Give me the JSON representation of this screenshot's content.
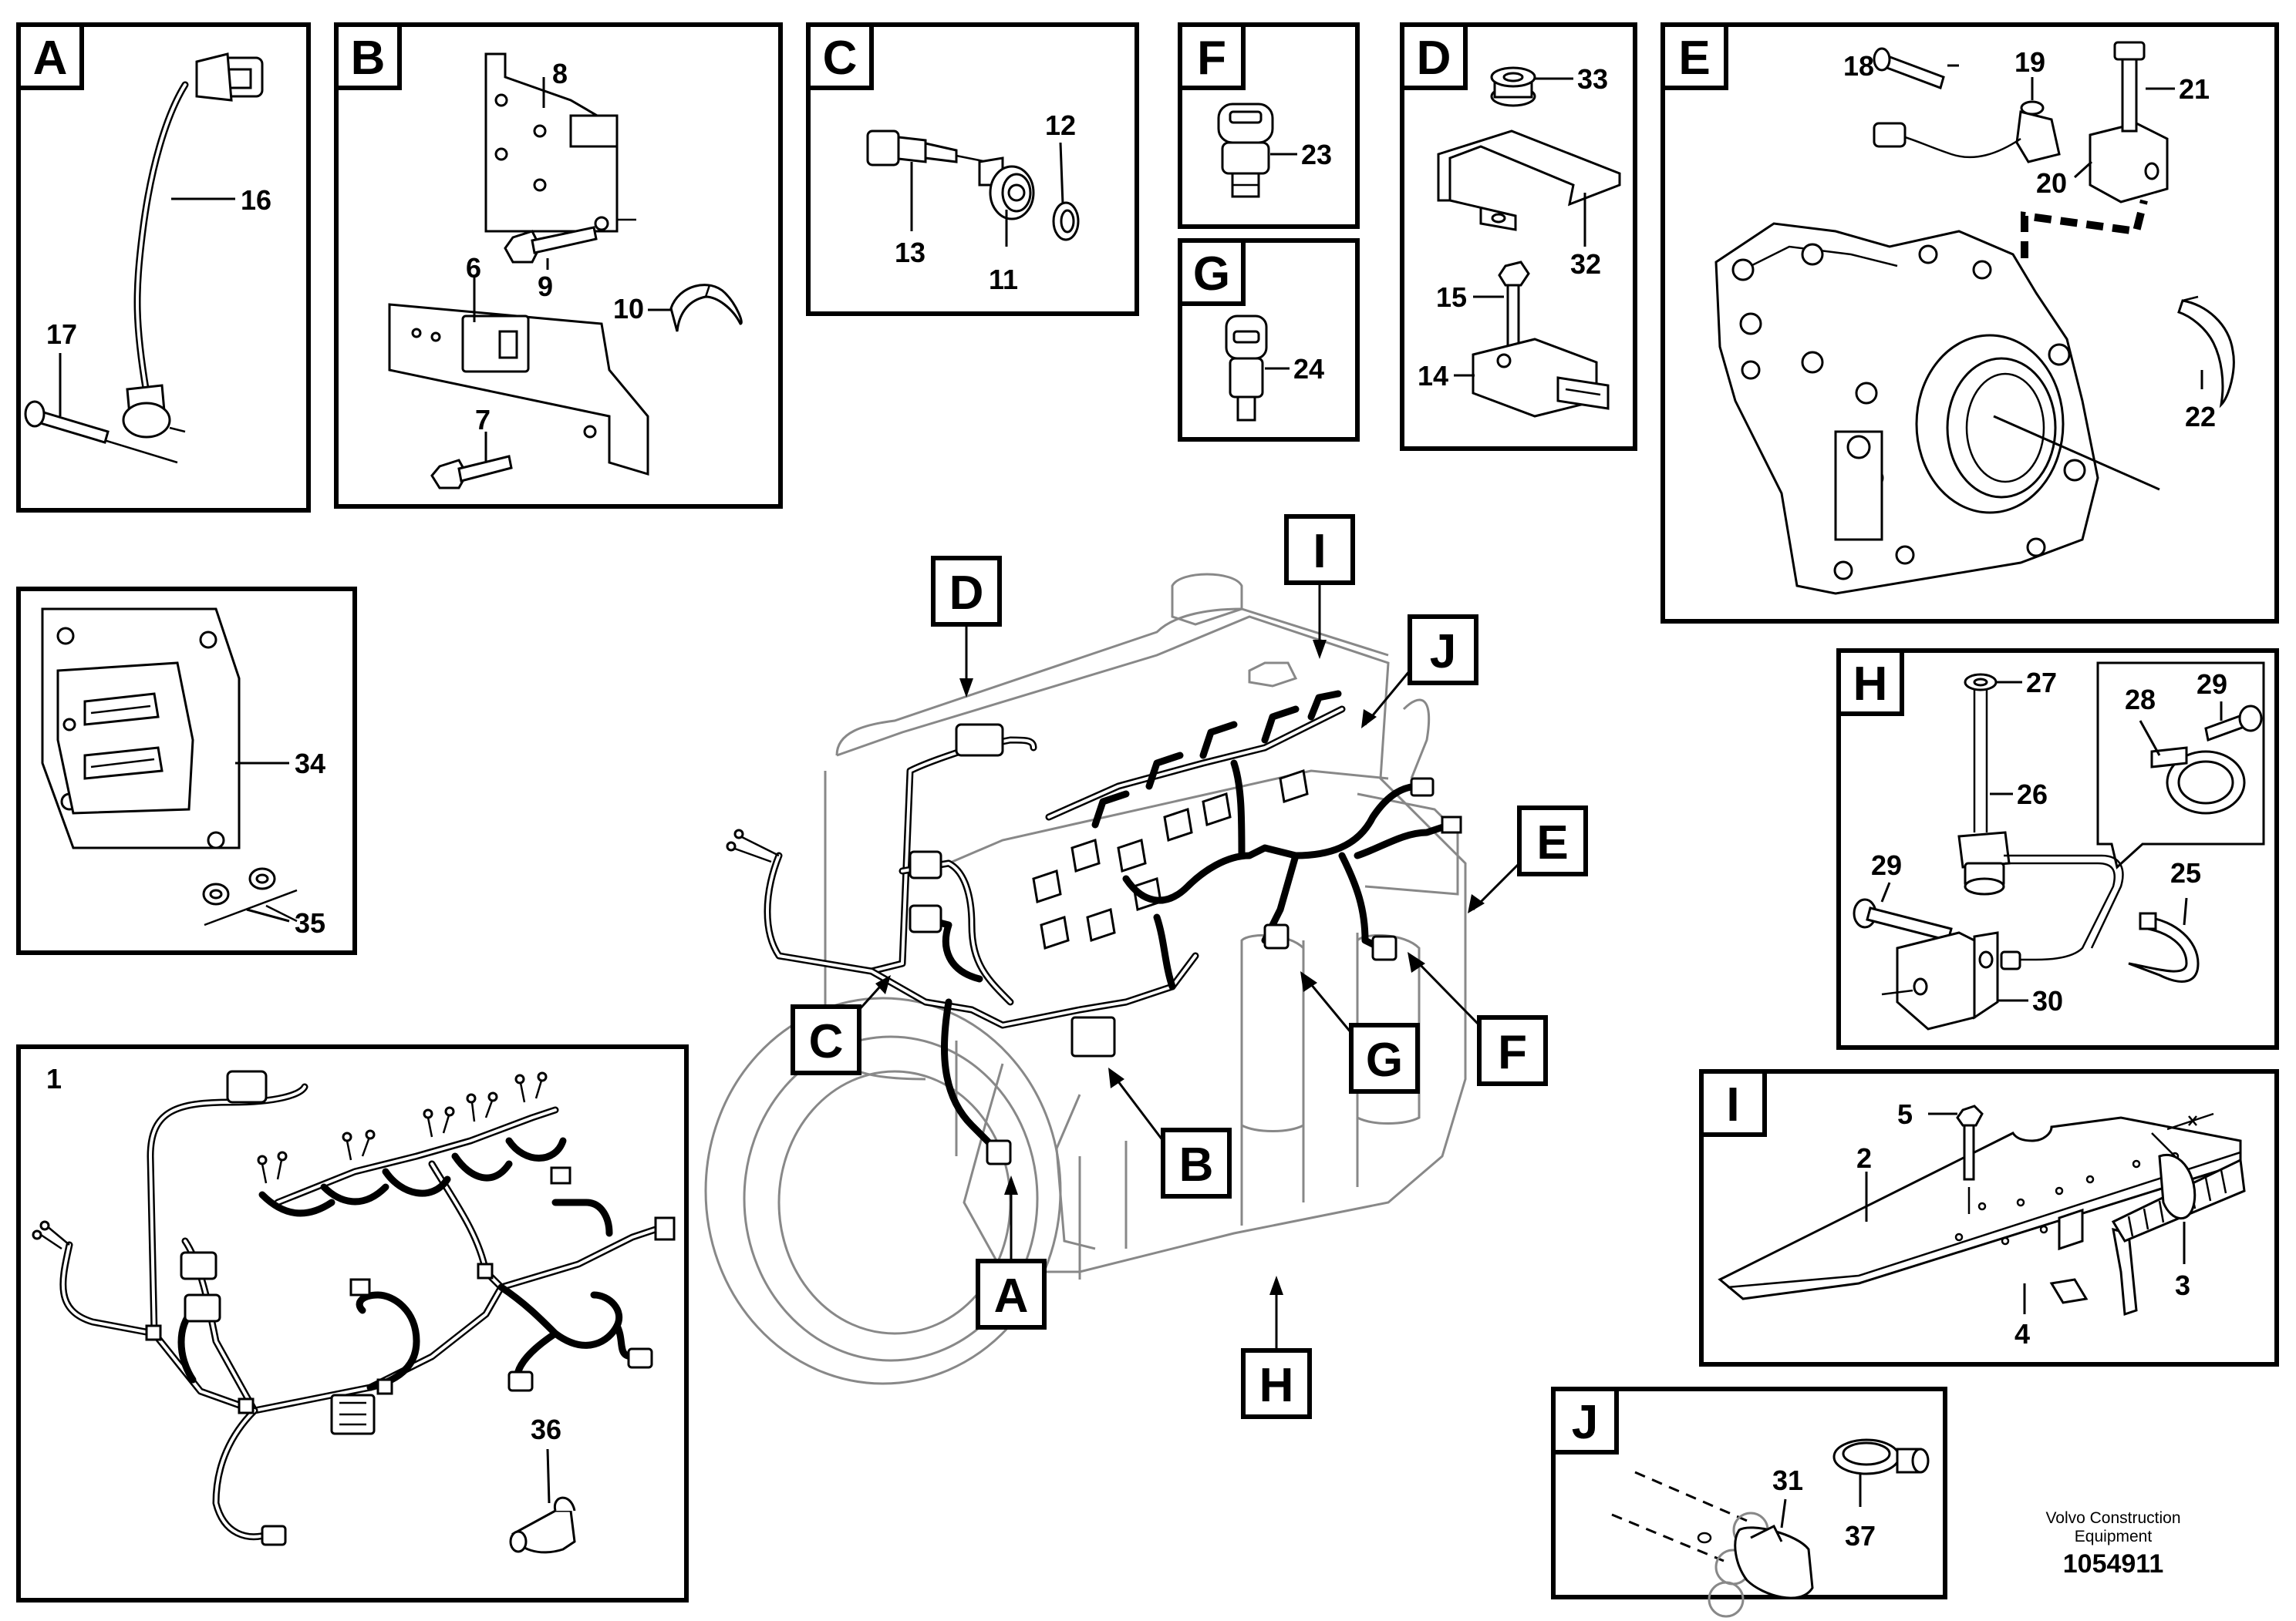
{
  "panels": {
    "A": {
      "tag": "A",
      "numbers": [
        "16",
        "17"
      ]
    },
    "B": {
      "tag": "B",
      "numbers": [
        "8",
        "9",
        "6",
        "10",
        "7"
      ]
    },
    "C": {
      "tag": "C",
      "numbers": [
        "12",
        "13",
        "11"
      ]
    },
    "F": {
      "tag": "F",
      "numbers": [
        "23"
      ]
    },
    "G": {
      "tag": "G",
      "numbers": [
        "24"
      ]
    },
    "D": {
      "tag": "D",
      "numbers": [
        "33",
        "32",
        "15",
        "14"
      ]
    },
    "E": {
      "tag": "E",
      "numbers": [
        "18",
        "19",
        "21",
        "20",
        "22"
      ]
    },
    "ECU": {
      "numbers": [
        "34",
        "35"
      ]
    },
    "H": {
      "tag": "H",
      "numbers": [
        "27",
        "28",
        "29",
        "26",
        "29",
        "25",
        "30"
      ]
    },
    "HARNESS": {
      "numbers": [
        "1",
        "36"
      ]
    },
    "I": {
      "tag": "I",
      "numbers": [
        "5",
        "2",
        "3",
        "4"
      ]
    },
    "J": {
      "tag": "J",
      "numbers": [
        "31",
        "37"
      ]
    }
  },
  "engine_callouts": [
    "D",
    "I",
    "J",
    "E",
    "C",
    "B",
    "A",
    "G",
    "F",
    "H"
  ],
  "footer": {
    "company_line1": "Volvo Construction",
    "company_line2": "Equipment",
    "drawing_number": "1054911"
  }
}
